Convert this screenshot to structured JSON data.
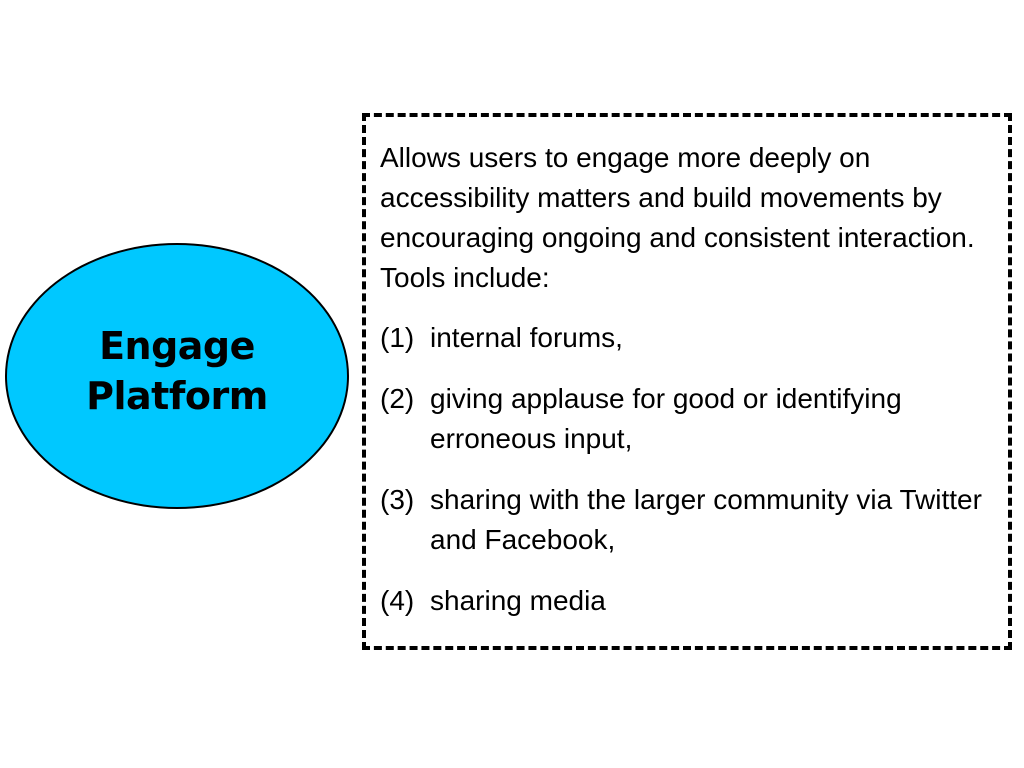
{
  "ellipse": {
    "line1": "Engage",
    "line2": "Platform",
    "fill_color": "#00C8FF"
  },
  "description": {
    "intro": "Allows users to engage more deeply on accessibility matters and build movements by encouraging ongoing and consistent interaction. Tools include:",
    "items": [
      {
        "number": "(1)",
        "text": "internal forums,"
      },
      {
        "number": "(2)",
        "text": "giving applause for good or identifying erroneous input,"
      },
      {
        "number": "(3)",
        "text": "sharing with the larger community via Twitter and Facebook,"
      },
      {
        "number": "(4)",
        "text": "sharing media"
      }
    ]
  }
}
